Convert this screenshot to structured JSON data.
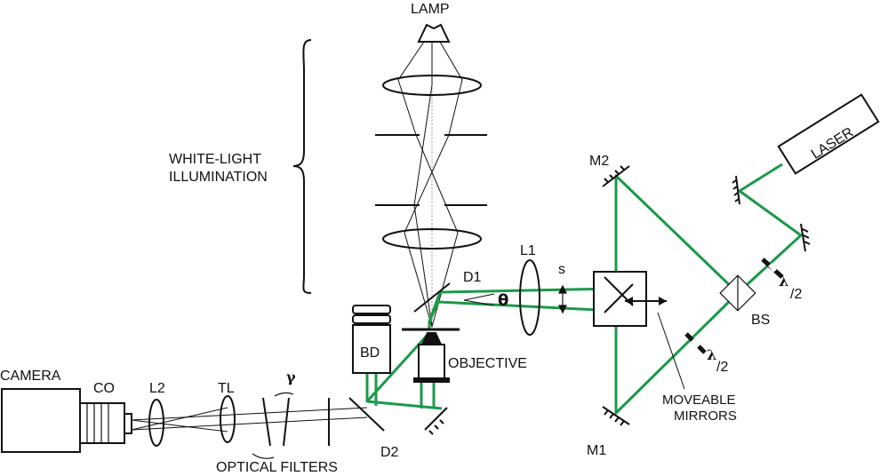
{
  "labels": {
    "lamp": "LAMP",
    "white_light_1": "WHITE-LIGHT",
    "white_light_2": "ILLUMINATION",
    "camera": "CAMERA",
    "co": "CO",
    "l2": "L2",
    "tl": "TL",
    "gamma": "γ",
    "optical_filters": "OPTICAL FILTERS",
    "d2": "D2",
    "bd": "BD",
    "objective": "OBJECTIVE",
    "d1": "D1",
    "theta": "θ",
    "l1": "L1",
    "s": "s",
    "m2": "M2",
    "m1": "M1",
    "laser": "LASER",
    "bs": "BS",
    "half_wave_1_num": "λ",
    "half_wave_1_den": "/2",
    "half_wave_2_num": "λ",
    "half_wave_2_den": "/2",
    "moveable_1": "MOVEABLE",
    "moveable_2": "MIRRORS"
  },
  "colors": {
    "beam": "#1a9a4a",
    "ink": "#111111",
    "axis": "#9a9a9a"
  }
}
